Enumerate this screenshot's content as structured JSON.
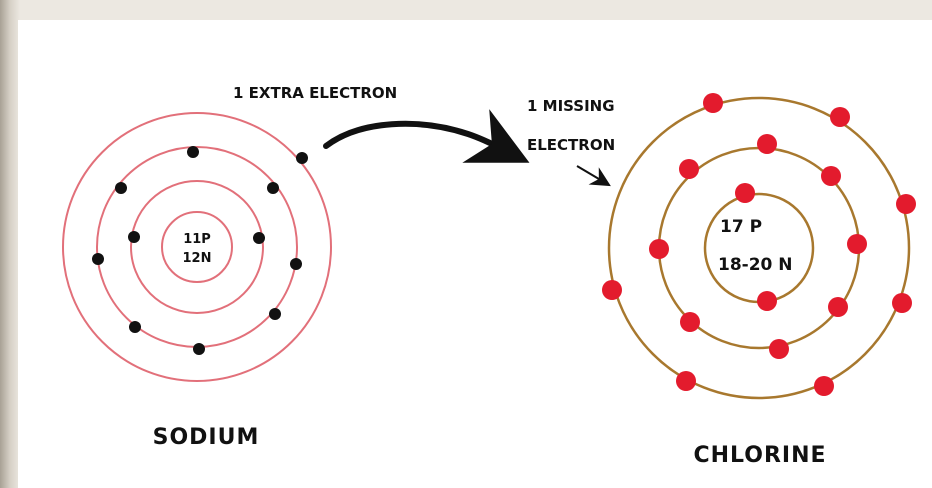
{
  "colors": {
    "sodium_shell": "#e2707a",
    "sodium_electron": "#111111",
    "chlorine_shell": "#a8782e",
    "chlorine_electron": "#e31b2d",
    "arrow": "#111111"
  },
  "annotations": {
    "extra_electron": "1 EXTRA ELECTRON",
    "missing_line1": "1 MISSING",
    "missing_line2": "ELECTRON"
  },
  "sodium": {
    "name": "SODIUM",
    "protons": "11P",
    "neutrons": "12N",
    "shells": [
      {
        "electrons": 2
      },
      {
        "electrons": 8
      },
      {
        "electrons": 1
      }
    ]
  },
  "chlorine": {
    "name": "CHLORINE",
    "protons": "17 P",
    "neutrons": "18-20 N",
    "shells": [
      {
        "electrons": 2
      },
      {
        "electrons": 8
      },
      {
        "electrons": 7
      }
    ]
  }
}
